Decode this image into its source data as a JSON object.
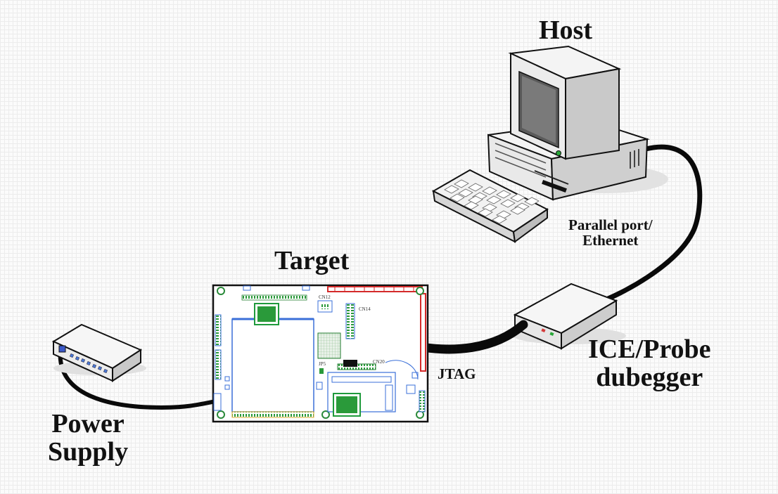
{
  "labels": {
    "host": "Host",
    "target": "Target",
    "power_supply": [
      "Power",
      "Supply"
    ],
    "ice_probe": [
      "ICE/Probe",
      "dubegger"
    ],
    "jtag": "JTAG",
    "parallel_port": [
      "Parallel port/",
      "Ethernet"
    ]
  },
  "board_silkscreen": {
    "cn12": "CN12",
    "cn14": "CN14",
    "cn20": "CN20",
    "jp5": "JP5"
  },
  "icons": {
    "host": "desktop-computer-icon",
    "keyboard": "keyboard-icon",
    "target": "circuit-board-icon",
    "power_supply": "power-supply-box-icon",
    "ice_probe": "probe-box-icon"
  },
  "colors": {
    "cable": "#0a0a0a",
    "board_trace": "#3a6fd8",
    "board_header": "#d42a2a",
    "board_chip": "#1f9a3c",
    "indicator_blue": "#4a7ad8",
    "indicator_green": "#2aa83a",
    "indicator_red": "#d43a3a"
  }
}
